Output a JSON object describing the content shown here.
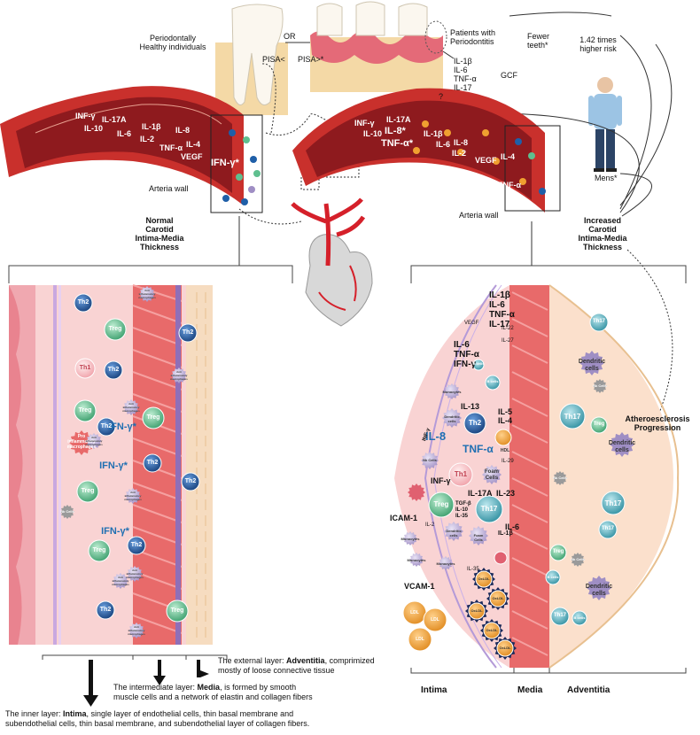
{
  "top": {
    "healthy": "Periodontally\nHealthy individuals",
    "or": "OR",
    "pisa_lt": "PISA<",
    "pisa_gt": "PISA>*",
    "patients": "Patients with\nPeriodontitis",
    "fewer_teeth": "Fewer\nteeth*",
    "risk": "1.42 times\nhigher risk",
    "gcf_cytokines": [
      "IL-1β",
      "IL-6",
      "TNF-α",
      "IL-17"
    ],
    "gcf": "GCF",
    "question": "?",
    "mens": "Mens*"
  },
  "left_artery": {
    "cytokines": [
      "INF-γ",
      "IL-17A",
      "IL-1β",
      "IL-8",
      "IL-10",
      "IL-6",
      "IL-2",
      "TNF-α",
      "IL-4",
      "VEGF"
    ],
    "ifn": "IFN-γ*",
    "wall": "Arteria wall",
    "normal": "Normal\nCarotid\nIntima-Media\nThickness"
  },
  "right_artery": {
    "cytokines": [
      "INF-γ",
      "IL-17A",
      "IL-10",
      "IL-8*",
      "TNF-α*",
      "IL-1β",
      "IL-6",
      "IL-8",
      "IL-2",
      "VEGF",
      "IL-4",
      "TNF-α"
    ],
    "wall": "Arteria wall",
    "increased": "Increased\nCarotid\nIntima-Media\nThickness",
    "progression": "Atheroesclerosis\nProgression"
  },
  "left_panel": {
    "cells": [
      "Th2",
      "Treg",
      "Th1",
      "Th2",
      "Treg",
      "IFN-γ*",
      "Treg",
      "Th2",
      "Pro\ninflammatory\nmacrophages",
      "IFN-γ*",
      "Th2",
      "Treg",
      "IFN-γ*",
      "Treg",
      "Th2",
      "Th2",
      "Th2",
      "Treg",
      "Treg",
      "Th2",
      "Th2",
      "Nk Cells"
    ],
    "anti_macrophage": "Anti\ninflammatory\nmacrophages"
  },
  "right_panel": {
    "top_cytokines": "IL-1β\nIL-6\nTNF-α\nIL-17",
    "vegf": "VEGF",
    "il22": "IL-22",
    "il27": "IL-27",
    "mid_cytokines": "IL-6\nTNF-α\nIFN-γ",
    "b_cells": "B cells",
    "monocytes": "Monocytes",
    "dendritic": "Dendritic\ncells",
    "il13": "IL-13",
    "il5": "IL-5",
    "il4": "IL-4",
    "th2": "Th2",
    "il8": "IL-8",
    "tnf": "TNF-α",
    "hdl": "HDL",
    "il29": "IL-29",
    "nk": "Nk Cells",
    "foam": "Foam\nCells",
    "th1": "Th1",
    "inf": "INF-γ",
    "inf2": "INF-γ",
    "il17a": "IL-17A",
    "il23": "IL-23",
    "treg": "Treg",
    "tgf": "TGF-β\nIL-10\nIL-35",
    "th17": "Th17",
    "il6": "IL-6",
    "il1b": "IL-1β",
    "icam": "ICAM-1",
    "il2": "IL-2",
    "il35": "IL-35",
    "vcam": "VCAM-1",
    "ldl": "LDL",
    "oxldl": "OxLDL",
    "adv_cells": [
      "Th17",
      "Dendritic\ncells",
      "Nk Cells",
      "Th17",
      "Treg",
      "Dendritic\ncells",
      "Nk Cells",
      "Th17",
      "Treg",
      "Nk Cells",
      "B cells",
      "Dendritic\ncells",
      "Th17",
      "B cells",
      "Th17"
    ],
    "intima": "Intima",
    "media": "Media",
    "adventitia": "Adventitia"
  },
  "layers": {
    "adventitia_pre": "The external layer: ",
    "adventitia_b": "Adventitia",
    "adventitia_post": ", comprimized\nmostly of loose connective tissue",
    "media_pre": "The intermediate layer: ",
    "media_b": "Media",
    "media_post": ", is formed by smooth\nmuscle cells and a network of elastin and collagen fibers",
    "intima_pre": "The inner layer: ",
    "intima_b": "Intima",
    "intima_post": ", single layer of endothelial cells, thin basal membrane and\nsubendothelial cells, thin basal membrane, and subendothelial layer of collagen fibers."
  },
  "colors": {
    "artery": "#c0272d",
    "lumen": "#8e1a1e",
    "intima_pink": "#f7c9c9",
    "media_red": "#e86a6a",
    "adventitia": "#f6dcc0",
    "treg": "#5fbf8f",
    "th2": "#1f5fa8",
    "th17": "#3ba6b8",
    "cytokine_blue": "#1f6fb2"
  }
}
